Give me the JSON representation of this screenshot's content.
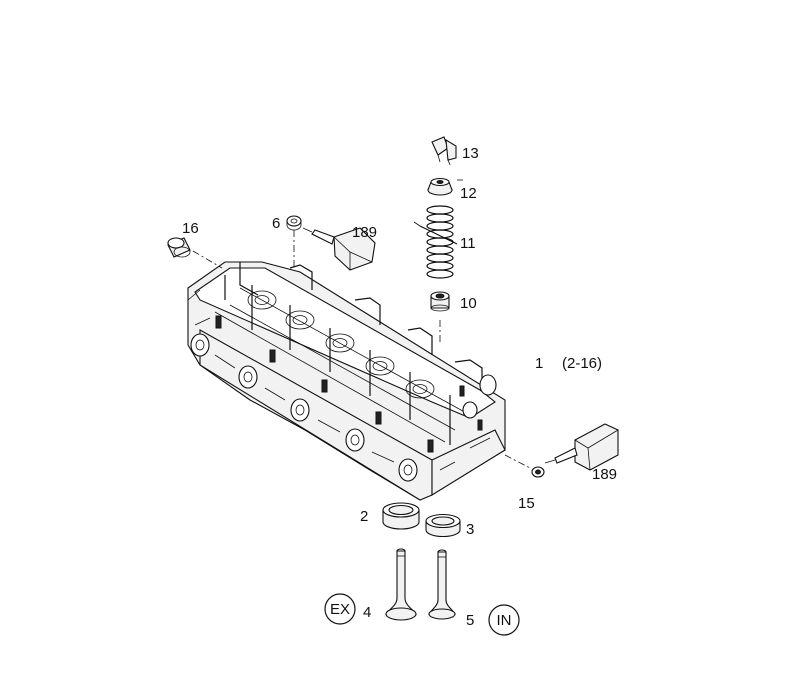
{
  "labels": {
    "p1": "1",
    "p1_range": "(2-16)",
    "p2": "2",
    "p3": "3",
    "p4": "4",
    "p5": "5",
    "p6": "6",
    "p10": "10",
    "p11": "11",
    "p12": "12",
    "p13": "13",
    "p15": "15",
    "p16": "16",
    "p189_top": "189",
    "p189_right": "189",
    "ex_badge": "EX",
    "in_badge": "IN"
  }
}
